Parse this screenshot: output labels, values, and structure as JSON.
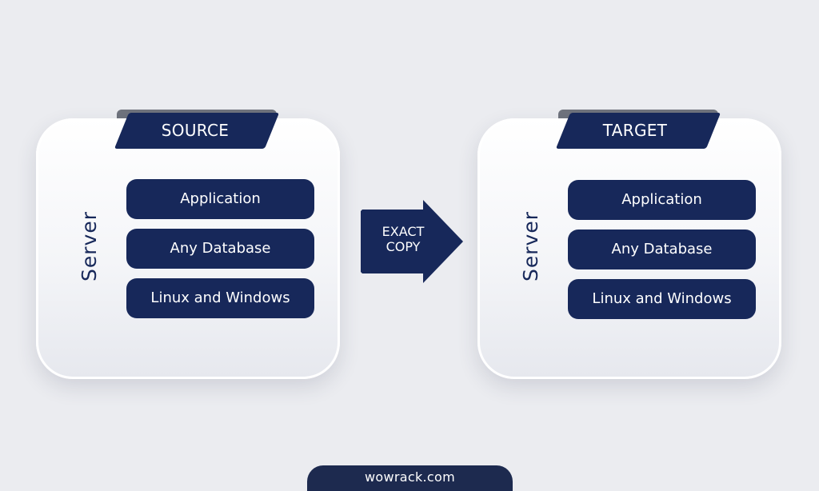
{
  "source": {
    "title": "SOURCE",
    "side_label": "Server",
    "items": [
      "Application",
      "Any Database",
      "Linux and Windows"
    ]
  },
  "target": {
    "title": "TARGET",
    "side_label": "Server",
    "items": [
      "Application",
      "Any Database",
      "Linux and Windows"
    ]
  },
  "arrow": {
    "line1": "EXACT",
    "line2": "COPY"
  },
  "footer": {
    "text": "wowrack.com"
  },
  "colors": {
    "background": "#ebecf0",
    "navy": "#17285a",
    "footer": "#1d2a4f",
    "panel": "#ffffff"
  }
}
